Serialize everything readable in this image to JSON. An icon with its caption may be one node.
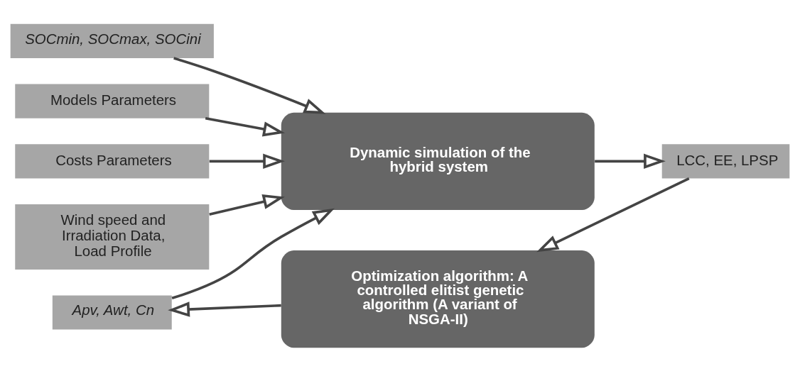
{
  "diagram": {
    "nodes": [
      {
        "text": [
          "SOCmin, SOCmax, SOCini"
        ]
      },
      {
        "text": [
          "Models Parameters"
        ]
      },
      {
        "text": [
          "Costs Parameters"
        ]
      },
      {
        "text": [
          "Wind speed and Irradiation Data, Load Profile"
        ]
      },
      {
        "text": [
          "Dynamic simulation of the hybrid system"
        ]
      },
      {
        "text": [
          "LCC, EE, LPSP"
        ]
      },
      {
        "text": [
          "Optimization algorithm: A controlled elitist genetic algorithm (A variant of NSGA-II)"
        ]
      },
      {
        "text": [
          "Apv, Awt, Cn"
        ]
      }
    ],
    "edges": [
      {
        "from": 0,
        "to": 4,
        "arrow": "to"
      },
      {
        "from": 1,
        "to": 4,
        "arrow": "to"
      },
      {
        "from": 2,
        "to": 4,
        "arrow": "to"
      },
      {
        "from": 3,
        "to": 4,
        "arrow": "to"
      },
      {
        "from": 4,
        "to": 5,
        "arrow": "to"
      },
      {
        "from": 5,
        "to": 6,
        "arrow": "to"
      },
      {
        "from": 6,
        "to": 7,
        "arrow": "to"
      },
      {
        "from": 7,
        "to": 4,
        "arrow": "to"
      }
    ]
  }
}
